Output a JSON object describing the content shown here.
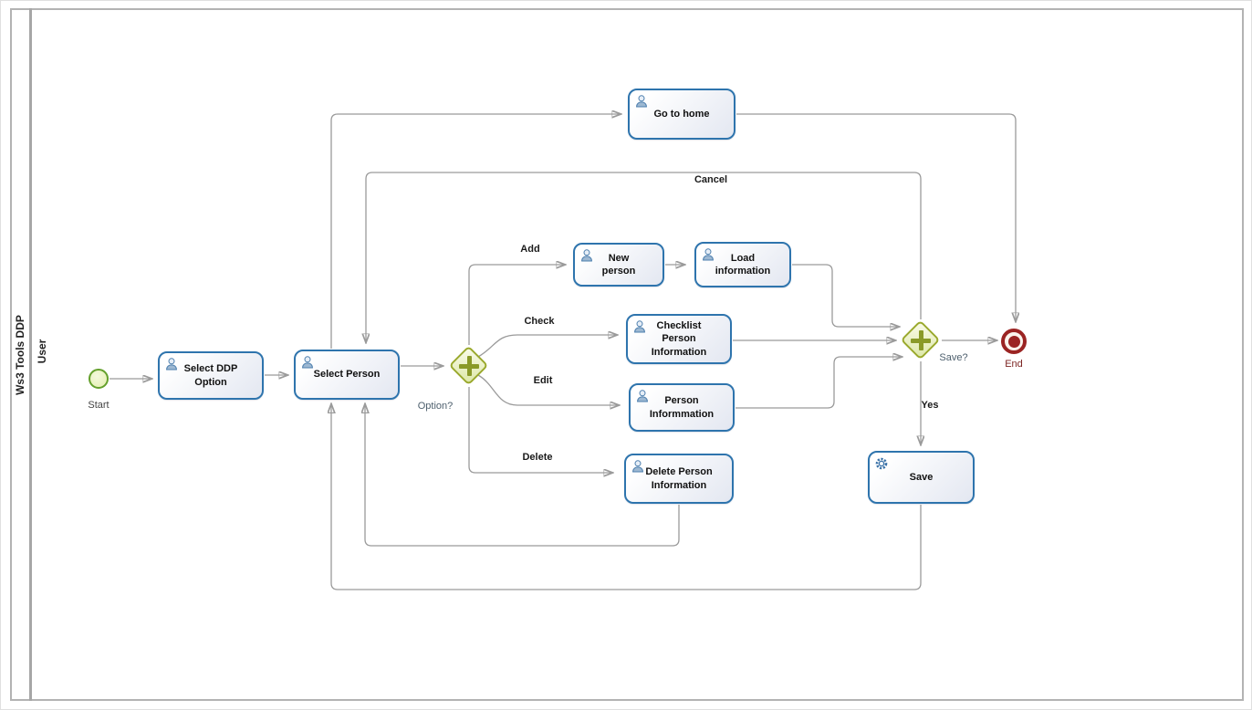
{
  "bpmn": {
    "pool": {
      "label": "Ws3 Tools DDP",
      "lane": "User"
    },
    "events": {
      "start": "Start",
      "end": "End"
    },
    "gateways": {
      "option": "Option?",
      "save": "Save?"
    },
    "tasks": {
      "go_home": "Go to home",
      "new_person": "New person",
      "load_info": "Load information",
      "checklist": "Checklist Person Information",
      "person_inform": "Person Informmation",
      "delete_person": "Delete Person Information",
      "select_ddp": "Select DDP Option",
      "select_person": "Select Person",
      "save": "Save"
    },
    "edge_labels": {
      "add": "Add",
      "check": "Check",
      "edit": "Edit",
      "delete": "Delete",
      "cancel": "Cancel",
      "yes": "Yes"
    },
    "icons": {
      "user_task": "user-icon",
      "service_task": "gear-icon"
    },
    "colors": {
      "task_border": "#2e74ad",
      "task_fill": "#e3e7f1",
      "gateway_border": "#9aa92c",
      "gateway_fill": "#eef3c8",
      "gateway_plus": "#8a9a28",
      "start_border": "#64a02c",
      "start_fill": "#e9f3bb",
      "end_color": "#9b2423",
      "connector": "#9a9a9a",
      "arrowhead": "#2b2b2b",
      "pool_border": "#b3b3b3"
    }
  }
}
